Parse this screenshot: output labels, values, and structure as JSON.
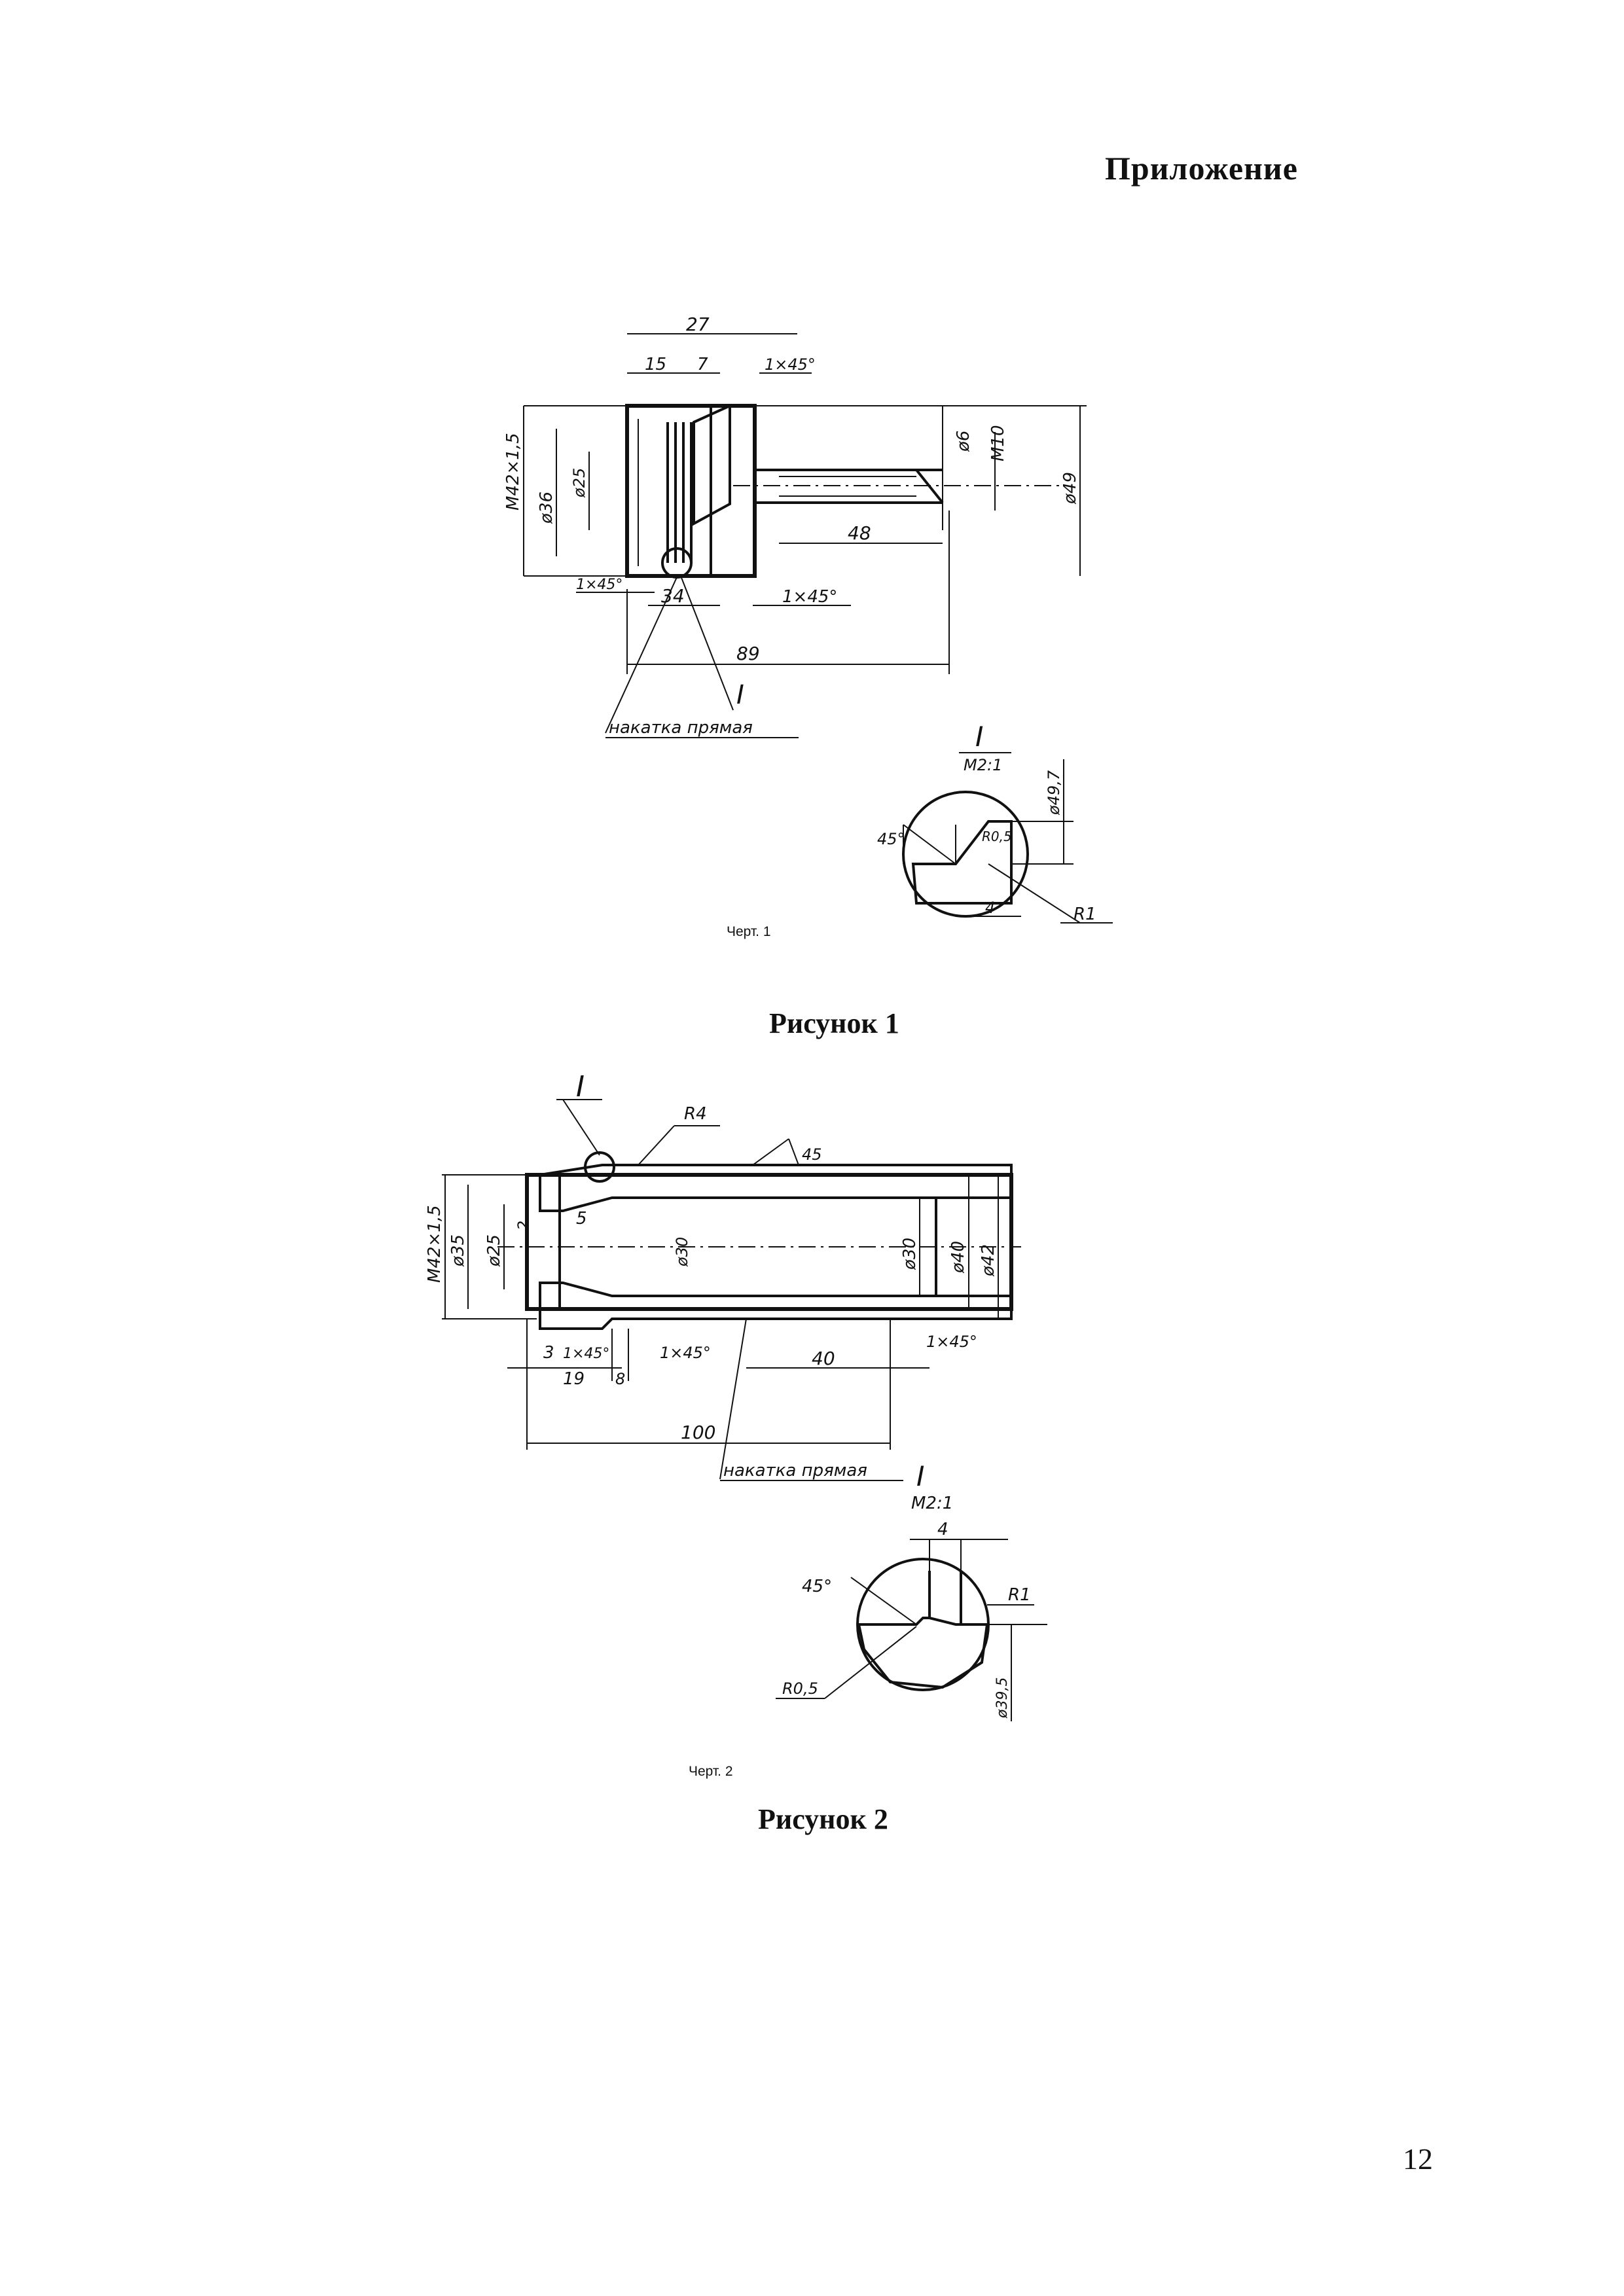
{
  "page": {
    "heading": "Приложение",
    "page_number": "12"
  },
  "figure1": {
    "caption": "Рисунок 1",
    "sheet_label": "Черт. 1",
    "dimensions": {
      "d27": "27",
      "d15": "15",
      "d7": "7",
      "chamfer_top": "1×45°",
      "m42": "M42×1,5",
      "phi36": "ø36",
      "phi25": "ø25",
      "phi6": "ø6",
      "m10": "M10",
      "phi49": "ø49",
      "d48": "48",
      "chamfer_left": "1×45°",
      "d34": "34",
      "chamfer_mid": "1×45°",
      "d89": "89",
      "detail_ref": "I",
      "knurl_note": "накатка прямая"
    },
    "detail": {
      "title": "I",
      "scale": "M2:1",
      "phi": "ø49,7",
      "angle": "45°",
      "r_small": "R0,5",
      "r_large": "R1",
      "width": "4"
    }
  },
  "figure2": {
    "caption": "Рисунок 2",
    "sheet_label": "Черт. 2",
    "dimensions": {
      "detail_ref": "I",
      "r4": "R4",
      "angle45": "45",
      "m42": "M42×1,5",
      "phi35": "ø35",
      "phi25": "ø25",
      "d2": "2",
      "d5": "5",
      "phi30_mid": "ø30",
      "phi30": "ø30",
      "phi40": "ø40",
      "phi42": "ø42",
      "d3": "3",
      "chamfer_a": "1×45°",
      "chamfer_b": "1×45°",
      "chamfer_c": "1×45°",
      "d19": "19",
      "d8": "8",
      "d40": "40",
      "d100": "100",
      "knurl_note": "накатка прямая"
    },
    "detail": {
      "title": "I",
      "scale": "M2:1",
      "width": "4",
      "angle": "45°",
      "r_large": "R1",
      "r_small": "R0,5",
      "phi": "ø39,5"
    }
  }
}
